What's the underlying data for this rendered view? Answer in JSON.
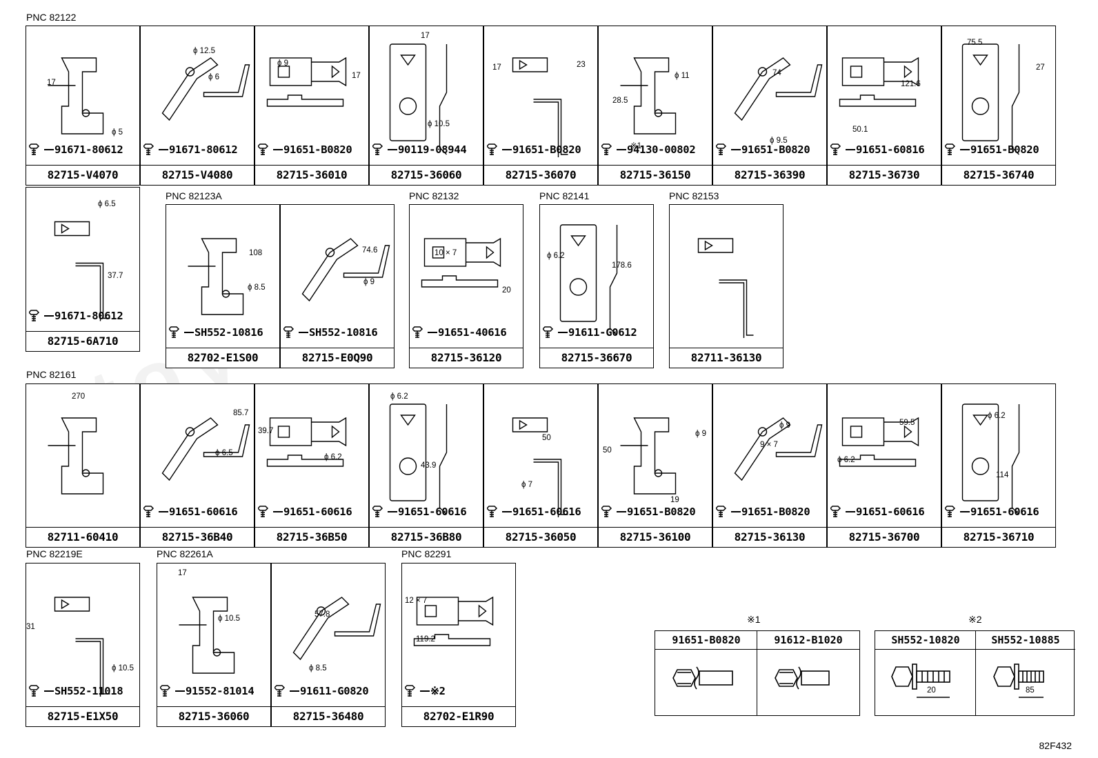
{
  "groups": {
    "g1": "PNC 82122",
    "g2": "PNC 82123A",
    "g3": "PNC 82132",
    "g4": "PNC 82141",
    "g5": "PNC 82153",
    "g6": "PNC 82161",
    "g7": "PNC 82219E",
    "g8": "PNC 82261A",
    "g9": "PNC 82291"
  },
  "cells": [
    {
      "bolt": "91671-80612",
      "part": "82715-V4070",
      "dims": [
        "17",
        "ϕ 5"
      ]
    },
    {
      "bolt": "91671-80612",
      "part": "82715-V4080",
      "dims": [
        "ϕ 12.5",
        "ϕ 6"
      ]
    },
    {
      "bolt": "91651-B0820",
      "part": "82715-36010",
      "dims": [
        "ϕ 9",
        "17"
      ]
    },
    {
      "bolt": "90119-08944",
      "part": "82715-36060",
      "dims": [
        "17",
        "ϕ 10.5"
      ]
    },
    {
      "bolt": "91651-B0820",
      "part": "82715-36070",
      "dims": [
        "17",
        "23"
      ]
    },
    {
      "bolt": "94130-00802",
      "part": "82715-36150",
      "dims": [
        "28.5",
        "ϕ 11",
        "※1"
      ]
    },
    {
      "bolt": "91651-B0820",
      "part": "82715-36390",
      "dims": [
        "74",
        "ϕ 9.5"
      ]
    },
    {
      "bolt": "91651-60816",
      "part": "82715-36730",
      "dims": [
        "121.6",
        "50.1"
      ]
    },
    {
      "bolt": "91651-B0820",
      "part": "82715-36740",
      "dims": [
        "75.5",
        "27"
      ]
    },
    {
      "bolt": "91671-80612",
      "part": "82715-6A710",
      "dims": [
        "ϕ 6.5",
        "37.7"
      ]
    },
    {
      "bolt": "SH552-10816",
      "part": "82702-E1S00",
      "dims": [
        "108",
        "ϕ 8.5"
      ]
    },
    {
      "bolt": "SH552-10816",
      "part": "82715-E0Q90",
      "dims": [
        "74.6",
        "ϕ 9"
      ]
    },
    {
      "bolt": "91651-40616",
      "part": "82715-36120",
      "dims": [
        "10 × 7",
        "20"
      ]
    },
    {
      "bolt": "91611-G0612",
      "part": "82715-36670",
      "dims": [
        "ϕ 6.2",
        "178.6"
      ]
    },
    {
      "bolt": "",
      "part": "82711-36130",
      "dims": []
    },
    {
      "bolt": "",
      "part": "82711-60410",
      "dims": [
        "270"
      ]
    },
    {
      "bolt": "91651-60616",
      "part": "82715-36B40",
      "dims": [
        "85.7",
        "ϕ 6.5"
      ]
    },
    {
      "bolt": "91651-60616",
      "part": "82715-36B50",
      "dims": [
        "39.7",
        "ϕ 6.2"
      ]
    },
    {
      "bolt": "91651-60616",
      "part": "82715-36B80",
      "dims": [
        "ϕ 6.2",
        "43.9"
      ]
    },
    {
      "bolt": "91651-60616",
      "part": "82715-36050",
      "dims": [
        "50",
        "ϕ 7"
      ]
    },
    {
      "bolt": "91651-B0820",
      "part": "82715-36100",
      "dims": [
        "50",
        "ϕ 9",
        "19"
      ]
    },
    {
      "bolt": "91651-B0820",
      "part": "82715-36130",
      "dims": [
        "ϕ 9",
        "9 × 7"
      ]
    },
    {
      "bolt": "91651-60616",
      "part": "82715-36700",
      "dims": [
        "59.5",
        "ϕ 6.2"
      ]
    },
    {
      "bolt": "91651-60616",
      "part": "82715-36710",
      "dims": [
        "ϕ 6.2",
        "114"
      ]
    },
    {
      "bolt": "SH552-11018",
      "part": "82715-E1X50",
      "dims": [
        "31",
        "ϕ 10.5"
      ]
    },
    {
      "bolt": "91552-81014",
      "part": "82715-36060",
      "dims": [
        "17",
        "ϕ 10.5"
      ]
    },
    {
      "bolt": "91611-G0820",
      "part": "82715-36480",
      "dims": [
        "57.8",
        "ϕ 8.5"
      ]
    },
    {
      "bolt": "※2",
      "part": "82702-E1R90",
      "dims": [
        "12 × 7",
        "119.2"
      ]
    }
  ],
  "legend1": {
    "title": "※1",
    "a": "91651-B0820",
    "b": "91612-B1020"
  },
  "legend2": {
    "title": "※2",
    "a": "SH552-10820",
    "b": "SH552-10885",
    "dim_a": "20",
    "dim_b": "85"
  },
  "drawing_code": "82F432"
}
